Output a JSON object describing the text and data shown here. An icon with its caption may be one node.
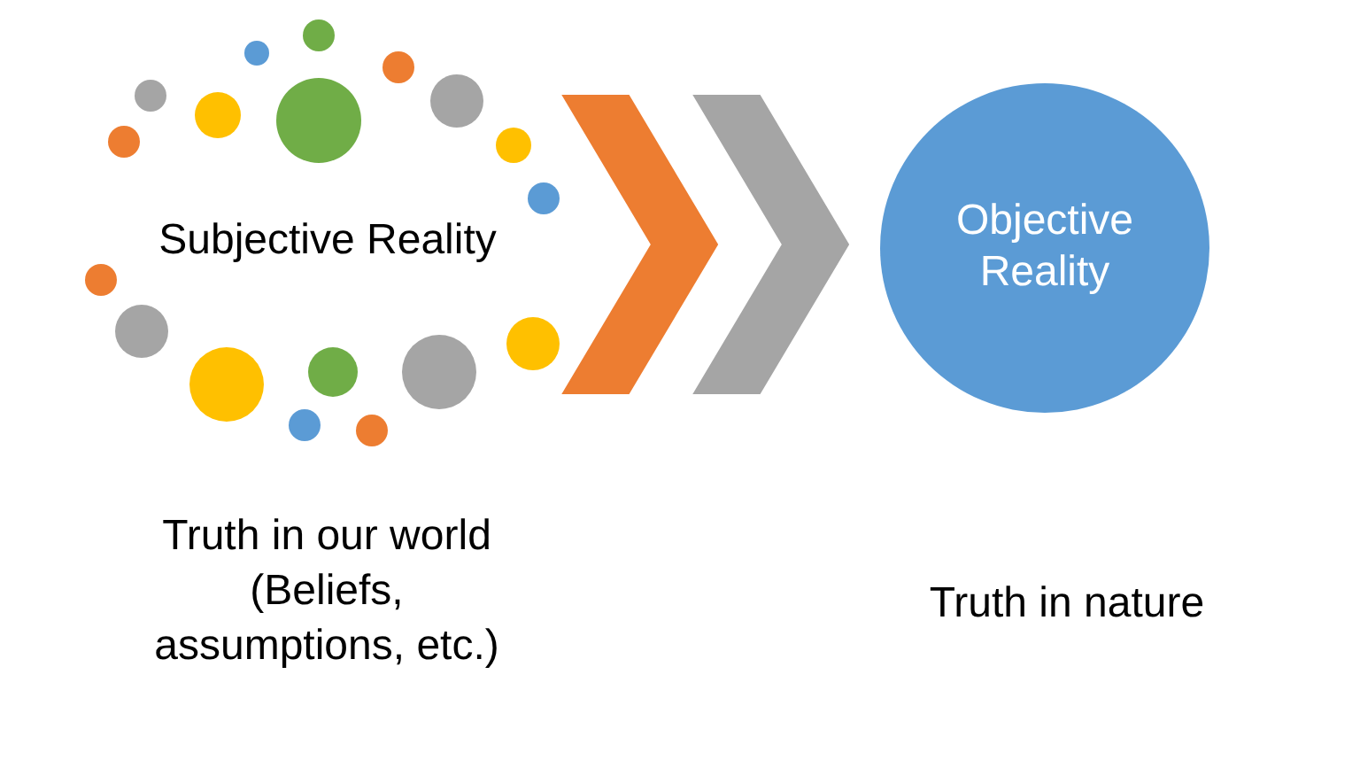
{
  "diagram": {
    "nodes": [
      {
        "text": [
          "Subjective Reality"
        ]
      },
      {
        "text": [
          "Objective Reality"
        ]
      }
    ],
    "edges": [
      {
        "from": 0,
        "to": 1,
        "arrow": "to",
        "style": "thick",
        "color": "#ed7d31"
      },
      {
        "from": 0,
        "to": 1,
        "arrow": "to",
        "style": "thick",
        "color": "#a5a5a5"
      }
    ],
    "labels": [
      "Truth in our world (Beliefs, assumptions, etc.)",
      "Truth in nature"
    ]
  }
}
